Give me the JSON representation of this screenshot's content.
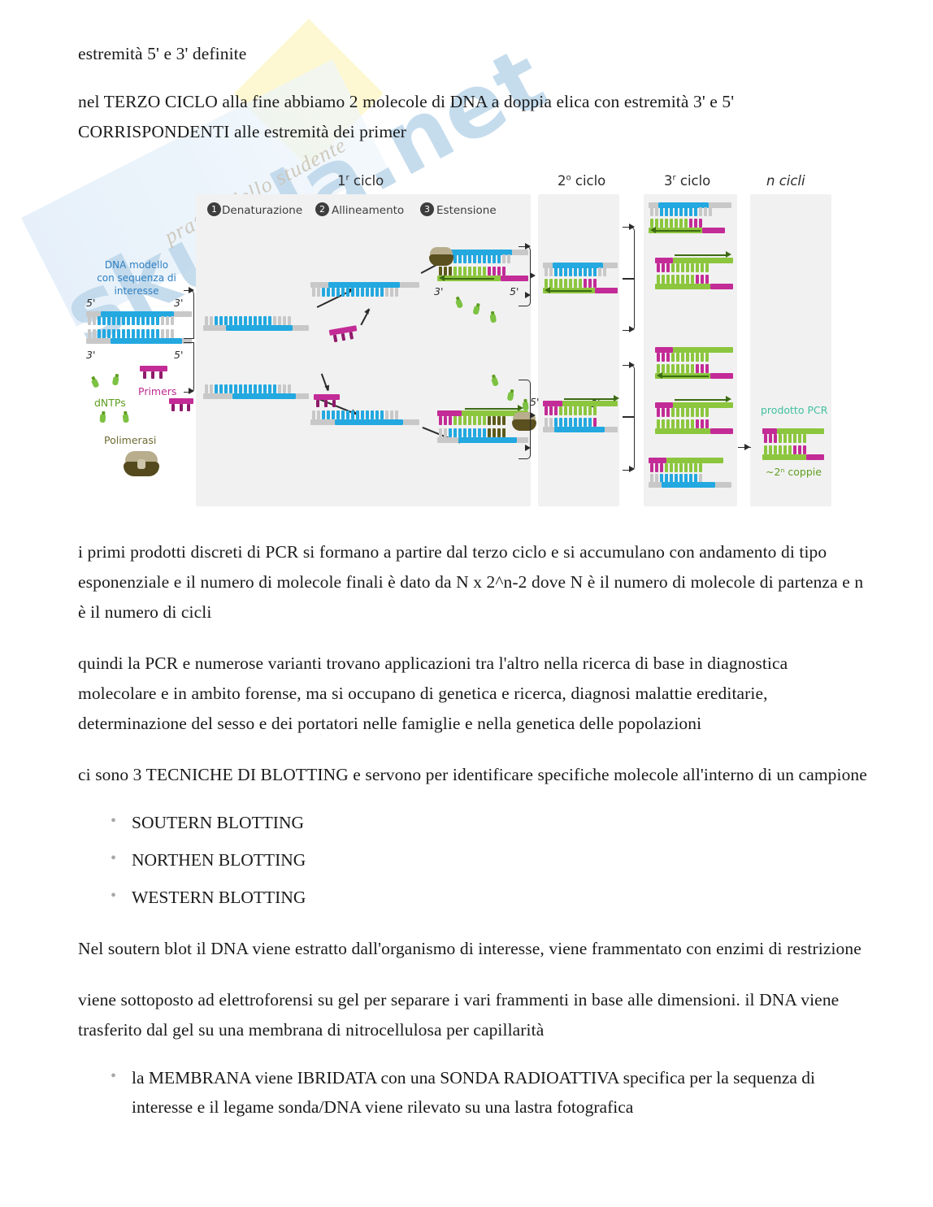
{
  "watermark": {
    "main": "skuola.net",
    "sub": "pratico dello studente"
  },
  "body": {
    "paragraphs": [
      "estremità 5' e 3' definite",
      "nel TERZO CICLO alla fine abbiamo 2 molecole di DNA a doppia elica con estremità 3' e 5' CORRISPONDENTI alle estremità dei primer",
      "i primi prodotti discreti di PCR si formano a partire dal terzo ciclo e si accumulano con andamento di tipo esponenziale e il numero di molecole finali è dato da N x 2^n-2 dove N è il numero di molecole di partenza e n è il numero di cicli",
      "quindi la PCR e numerose varianti trovano applicazioni tra l'altro nella ricerca di base in diagnostica molecolare e in ambito forense, ma si occupano di genetica e ricerca, diagnosi malattie ereditarie, determinazione del sesso e dei portatori nelle famiglie e nella genetica delle popolazioni",
      "ci sono 3 TECNICHE DI BLOTTING e servono per identificare specifiche molecole all'interno di un campione",
      "Nel soutern blot il DNA viene estratto dall'organismo di interesse, viene frammentato con enzimi di restrizione",
      "viene sottoposto ad elettroforensi su gel per separare i vari frammenti in base alle dimensioni. il DNA viene trasferito dal gel su una membrana di nitrocellulosa per capillarità"
    ],
    "blotting_list": [
      "SOUTERN BLOTTING",
      "NORTHEN BLOTTING",
      "WESTERN BLOTTING"
    ],
    "membrane_bullet": "la MEMBRANA viene IBRIDATA con una SONDA RADIOATTIVA specifica per la sequenza di interesse e il legame sonda/DNA viene rilevato su una lastra fotografica"
  },
  "figure": {
    "columns": [
      {
        "num": "1",
        "sup": "r",
        "label": "ciclo"
      },
      {
        "num": "2",
        "sup": "o",
        "label": "ciclo"
      },
      {
        "num": "3",
        "sup": "r",
        "label": "ciclo"
      },
      {
        "num": "n",
        "sup": "",
        "label": "cicli"
      }
    ],
    "col_titles": {
      "cycle1": "1 ciclo",
      "cycle2": "2 ciclo",
      "cycle3": "3 ciclo",
      "cyclen": "n cicli"
    },
    "steps": [
      {
        "num": "1",
        "label": "Denaturazione"
      },
      {
        "num": "2",
        "label": "Allineamento"
      },
      {
        "num": "3",
        "label": "Estensione"
      }
    ],
    "labels": {
      "template": "DNA modello\ncon sequenza di\ninteresse",
      "template_line1": "DNA modello",
      "template_line2": "con sequenza di",
      "template_line3": "interesse",
      "primers": "Primers",
      "dntps": "dNTPs",
      "polymerase": "Polimerasi",
      "product": "prodotto PCR",
      "copies": "~2ⁿ coppie",
      "five_prime": "5'",
      "three_prime": "3'"
    },
    "colors": {
      "blue": "#23a8e0",
      "green": "#8cc63e",
      "magenta": "#c32b96",
      "gray": "#c8c8c8",
      "dark_green": "#3c6b12",
      "panel": "#f1f1f1",
      "product_teal": "#3fbfa0",
      "label_blue": "#2e7fc1"
    }
  }
}
